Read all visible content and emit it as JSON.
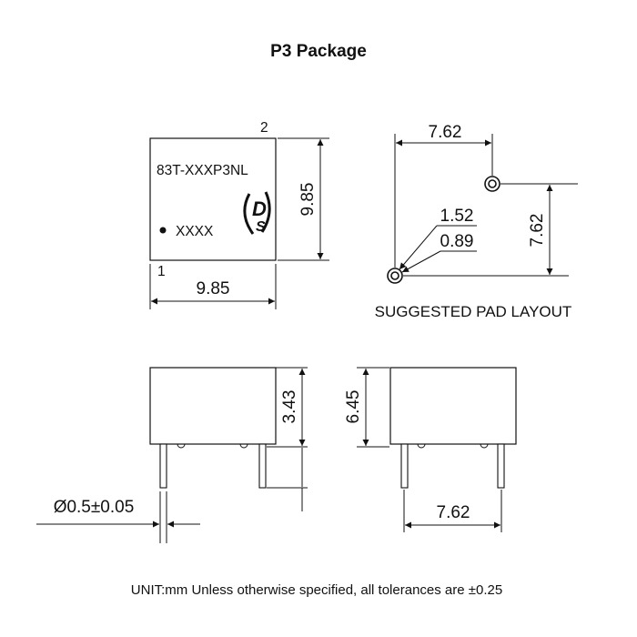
{
  "title": "P3 Package",
  "top_view": {
    "pin_top_label": "2",
    "pin_bottom_label": "1",
    "marking_line1": "83T-XXXP3NL",
    "marking_line2": "XXXX",
    "width_dim": "9.85",
    "height_dim": "9.85"
  },
  "pad_layout": {
    "horizontal_pitch": "7.62",
    "vertical_pitch": "7.62",
    "pad_outer_dim": "1.52",
    "pad_hole_dim": "0.89",
    "caption": "SUGGESTED PAD LAYOUT"
  },
  "side_view_left": {
    "pin_length_dim": "3.43",
    "pin_diameter_dim": "Ø0.5±0.05"
  },
  "side_view_right": {
    "body_height_dim": "6.45",
    "pin_pitch_dim": "7.62"
  },
  "footer_note": "UNIT:mm Unless otherwise specified, all tolerances are ±0.25",
  "logo_text": "DS"
}
